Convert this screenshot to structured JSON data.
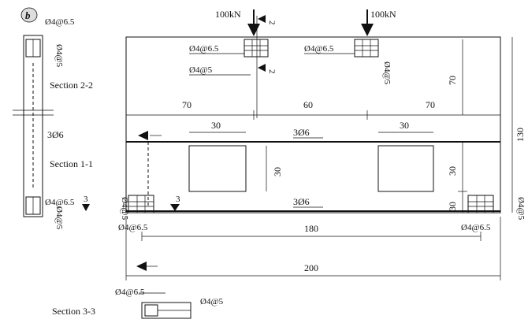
{
  "panel_label": "b",
  "loads": {
    "left": "100kN",
    "right": "100kN"
  },
  "cut_marks": {
    "two_top": "2",
    "two_bottom": "2",
    "three_left": "3",
    "three_right": "3"
  },
  "sections": {
    "s22": "Section 2-2",
    "s11": "Section 1-1",
    "s33": "Section 3-3"
  },
  "rebar": {
    "stirrup_65": "Ø4@6.5",
    "stirrup_5": "Ø4@5",
    "main_bar": "3Ø6"
  },
  "dims": {
    "span_left": "70",
    "span_mid": "60",
    "span_right": "70",
    "opening_w": "30",
    "opening_h": "30",
    "bottom_chord": "30",
    "top_chord": "70",
    "total_h": "130",
    "inner_len": "180",
    "total_len": "200"
  }
}
